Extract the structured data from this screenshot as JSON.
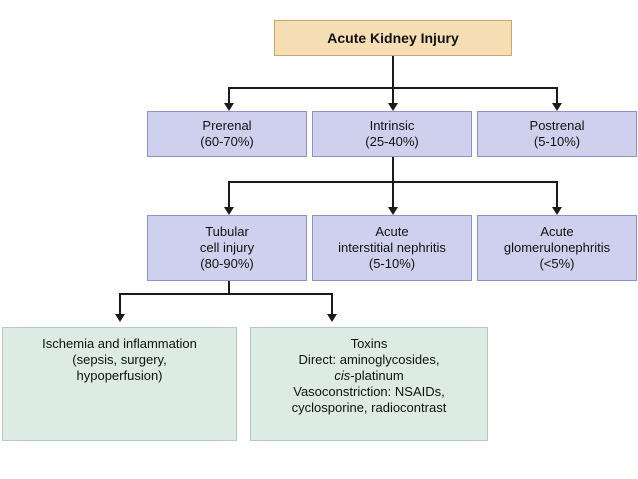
{
  "root": {
    "label": "Acute Kidney Injury"
  },
  "level1": [
    {
      "line1": "Prerenal",
      "line2": "(60-70%)"
    },
    {
      "line1": "Intrinsic",
      "line2": "(25-40%)"
    },
    {
      "line1": "Postrenal",
      "line2": "(5-10%)"
    }
  ],
  "level2": [
    {
      "line1": "Tubular",
      "line2": "cell injury",
      "line3": "(80-90%)"
    },
    {
      "line1": "Acute",
      "line2": "interstitial nephritis",
      "line3": "(5-10%)"
    },
    {
      "line1": "Acute",
      "line2": "glomerulonephritis",
      "line3": "(<5%)"
    }
  ],
  "level3": {
    "ischemia": {
      "line1": "Ischemia and inflammation",
      "line2": "(sepsis, surgery,",
      "line3": "hypoperfusion)"
    },
    "toxins": {
      "title": "Toxins",
      "direct_prefix": "Direct: aminoglycosides,",
      "direct_italic": "cis",
      "direct_suffix": "-platinum",
      "vaso_line1": "Vasoconstriction: NSAIDs,",
      "vaso_line2": "cyclosporine, radiocontrast"
    }
  }
}
